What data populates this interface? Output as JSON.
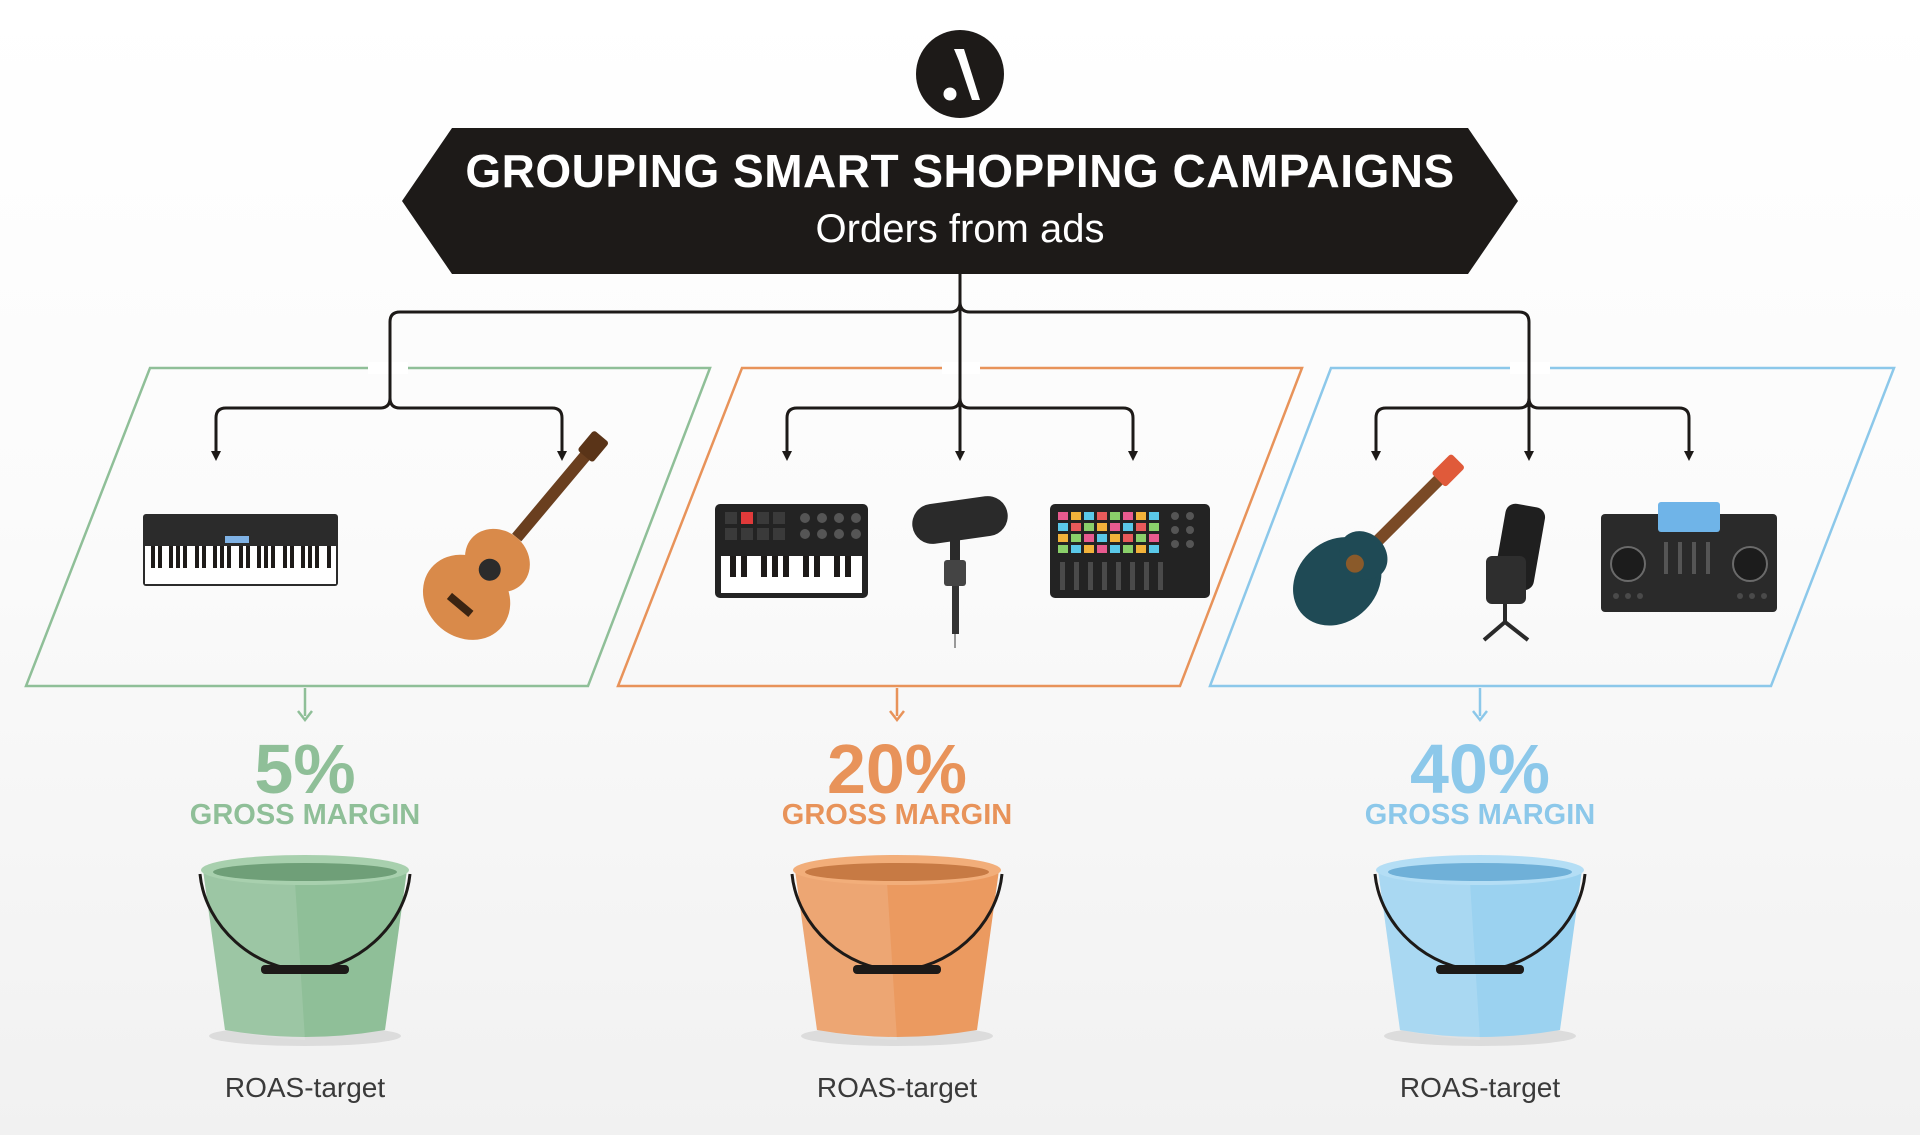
{
  "header": {
    "title": "GROUPING SMART SHOPPING CAMPAIGNS",
    "subtitle": "Orders from ads"
  },
  "groups": [
    {
      "percent": "5%",
      "margin_label": "GROSS MARGIN",
      "target_label": "ROAS-target",
      "color": "#8fbf98",
      "products": [
        "keyboard-piano-icon",
        "acoustic-guitar-icon"
      ]
    },
    {
      "percent": "20%",
      "margin_label": "GROSS MARGIN",
      "target_label": "ROAS-target",
      "color": "#e8935a",
      "products": [
        "midi-keyboard-icon",
        "microphone-icon",
        "launchpad-controller-icon"
      ]
    },
    {
      "percent": "40%",
      "margin_label": "GROSS MARGIN",
      "target_label": "ROAS-target",
      "color": "#8cc8ea",
      "products": [
        "electro-acoustic-guitar-icon",
        "condenser-microphone-icon",
        "dj-controller-icon"
      ]
    }
  ],
  "colors": {
    "dark": "#1d1a18",
    "green": "#8fbf98",
    "orange": "#e8935a",
    "blue": "#8cc8ea"
  }
}
